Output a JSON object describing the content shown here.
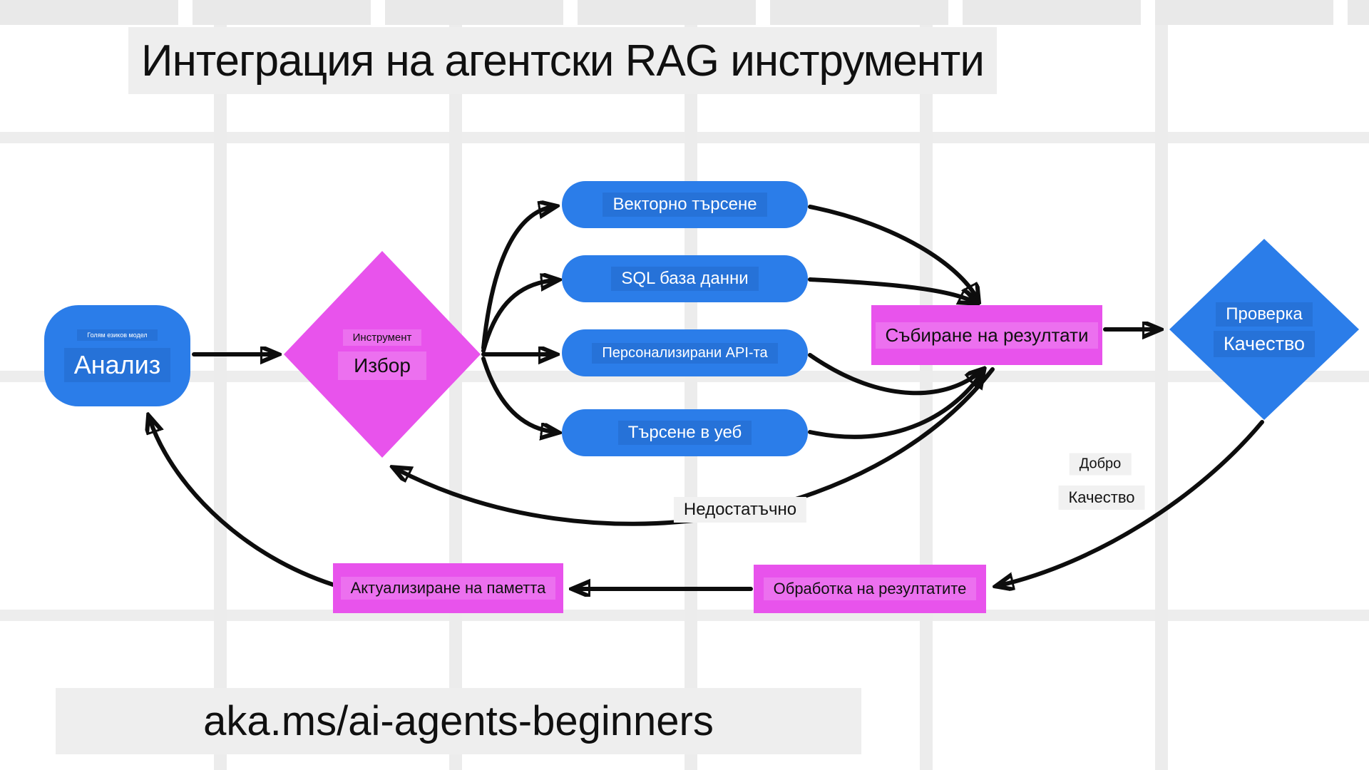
{
  "title": "Интеграция на агентски RAG инструменти",
  "footer": {
    "url": "aka.ms/ai-agents-beginners"
  },
  "colors": {
    "node_blue": "#2b7de9",
    "node_magenta": "#e853ec",
    "band_gray": "#eeeeee",
    "label_gray": "#f1f1f1",
    "arrow_black": "#0d0d0d"
  },
  "nodes": {
    "analysis": {
      "sublabel": "Голям езиков модел",
      "label": "Анализ"
    },
    "selection": {
      "sublabel": "Инструмент",
      "label": "Избор"
    },
    "tools": [
      {
        "label": "Векторно търсене"
      },
      {
        "label": "SQL база данни"
      },
      {
        "label": "Персонализирани API-та"
      },
      {
        "label": "Търсене в уеб"
      }
    ],
    "collect": {
      "label": "Събиране на резултати"
    },
    "check": {
      "line1": "Проверка",
      "line2": "Качество"
    },
    "process": {
      "label": "Обработка на резултатите"
    },
    "update": {
      "label": "Актуализиране на паметта"
    }
  },
  "edge_labels": {
    "good_line1": "Добро",
    "good_line2": "Качество",
    "insufficient": "Недостатъчно"
  }
}
